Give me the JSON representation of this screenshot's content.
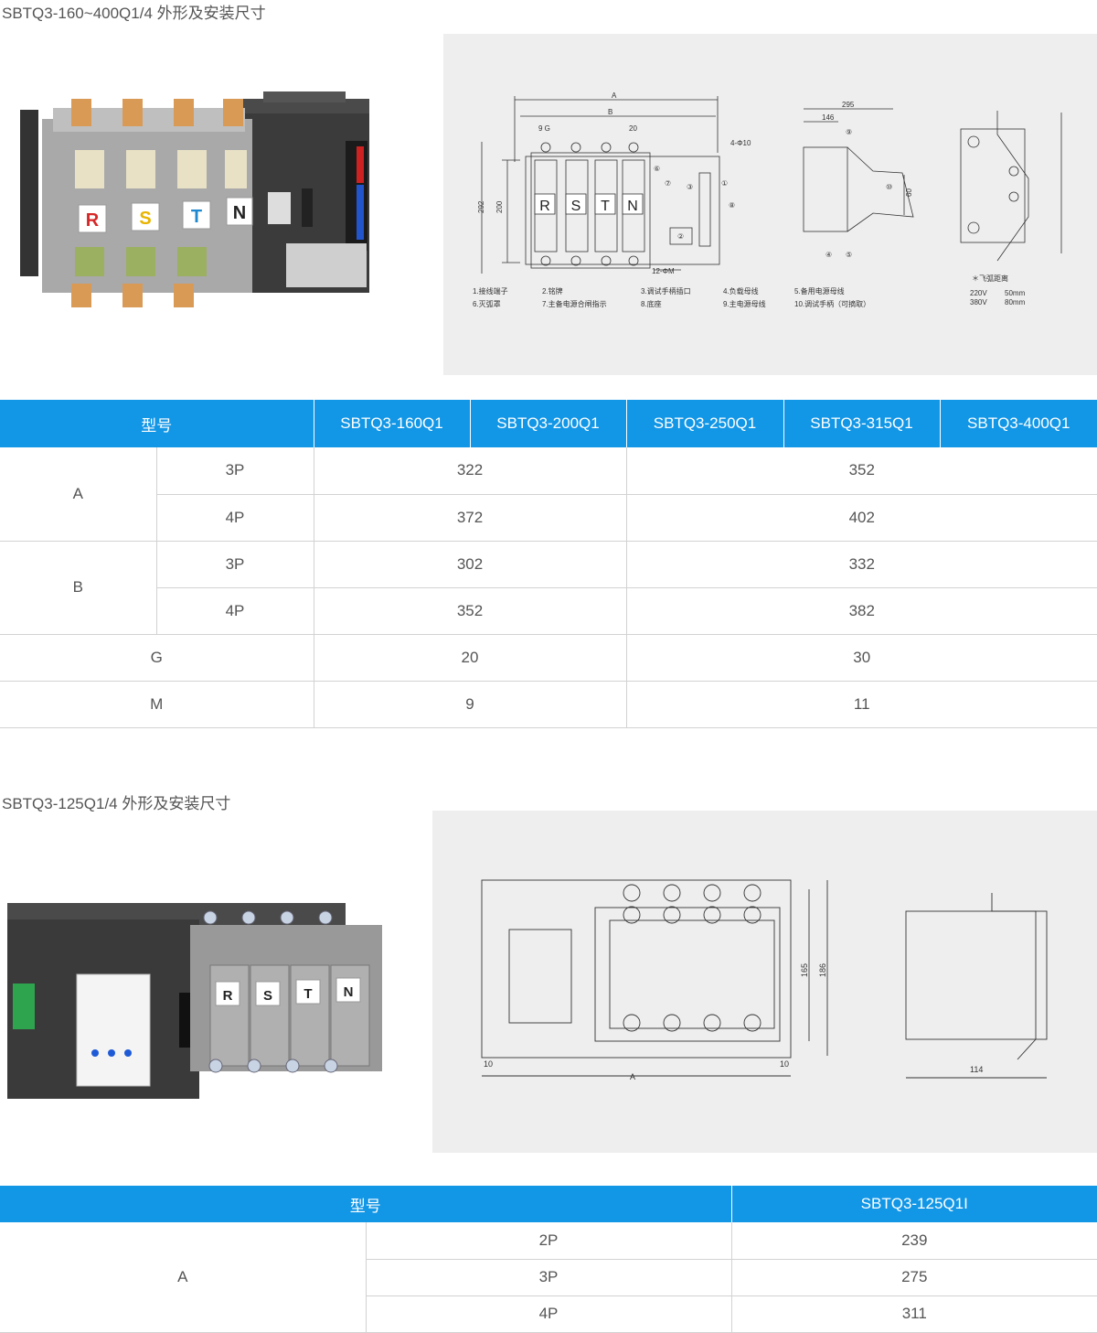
{
  "section1": {
    "title": "SBTQ3-160~400Q1/4 外形及安装尺寸",
    "drawing": {
      "dims": {
        "a": "A",
        "b": "B",
        "g": "9 G",
        "w20": "20",
        "hole": "4-Φ10",
        "h292": "292",
        "h200": "200",
        "m": "12-ΦM",
        "d295": "295",
        "d146": "146",
        "d60": "60"
      },
      "poles": [
        "R",
        "S",
        "T",
        "N"
      ],
      "callouts": [
        "①",
        "②",
        "③",
        "⑥",
        "⑦",
        "⑧",
        "⑨",
        "⑩",
        "④",
        "⑤"
      ],
      "legend": [
        [
          "1.接线端子",
          "2.铭牌",
          "3.调试手柄插口",
          "4.负载母线",
          "5.备用电源母线"
        ],
        [
          "6.灭弧罩",
          "7.主备电源合闸指示",
          "8.底座",
          "9.主电源母线",
          "10.调试手柄（可摘取）"
        ]
      ],
      "arc": {
        "title": "＊飞弧距离",
        "rows": [
          [
            "220V",
            "50mm"
          ],
          [
            "380V",
            "80mm"
          ]
        ]
      }
    },
    "photo_poles": [
      "R",
      "S",
      "T",
      "N"
    ],
    "table": {
      "header": [
        "型号",
        "SBTQ3-160Q1",
        "SBTQ3-200Q1",
        "SBTQ3-250Q1",
        "SBTQ3-315Q1",
        "SBTQ3-400Q1"
      ],
      "rows": {
        "a": {
          "label": "A",
          "p3": {
            "pole": "3P",
            "v1": "322",
            "v2": "352"
          },
          "p4": {
            "pole": "4P",
            "v1": "372",
            "v2": "402"
          }
        },
        "b": {
          "label": "B",
          "p3": {
            "pole": "3P",
            "v1": "302",
            "v2": "332"
          },
          "p4": {
            "pole": "4P",
            "v1": "352",
            "v2": "382"
          }
        },
        "g": {
          "label": "G",
          "v1": "20",
          "v2": "30"
        },
        "m": {
          "label": "M",
          "v1": "9",
          "v2": "11"
        }
      }
    }
  },
  "section2": {
    "title": "SBTQ3-125Q1/4 外形及安装尺寸",
    "drawing": {
      "dims": {
        "d10a": "10",
        "d10b": "10",
        "a": "A",
        "h165": "165",
        "h186": "186",
        "d114": "114"
      }
    },
    "photo_poles": [
      "R",
      "S",
      "T",
      "N"
    ],
    "table": {
      "header": [
        "型号",
        "SBTQ3-125Q1I"
      ],
      "group": "A",
      "rows": [
        {
          "pole": "2P",
          "value": "239"
        },
        {
          "pole": "3P",
          "value": "275"
        },
        {
          "pole": "4P",
          "value": "311"
        }
      ]
    }
  },
  "colors": {
    "header_blue": "#1296e6",
    "panel_gray": "#eeeeee",
    "pole_r": "#d62828",
    "pole_s": "#e8b400",
    "pole_t": "#1e88d0"
  }
}
